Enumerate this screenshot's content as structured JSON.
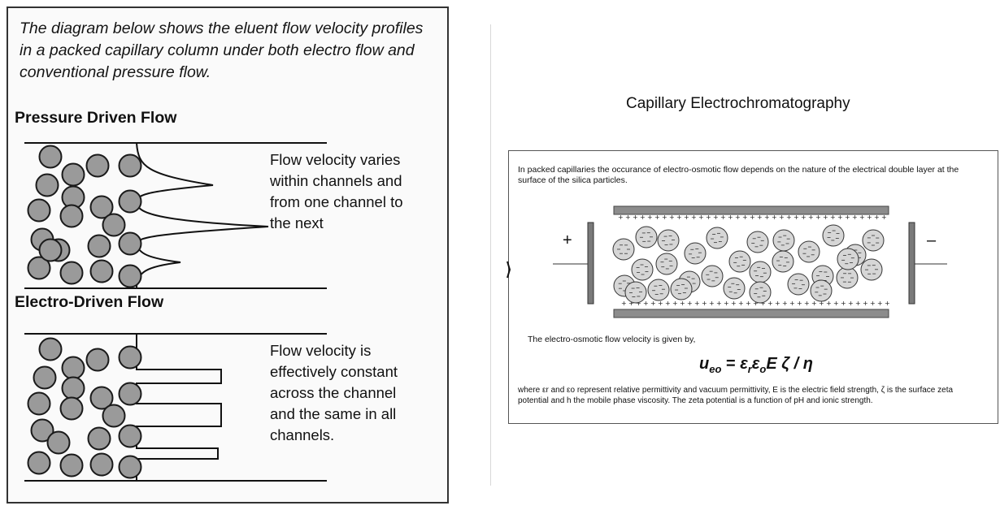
{
  "left": {
    "intro": "The diagram below shows the eluent flow velocity profiles in a packed capillary column under both electro flow and conventional pressure flow.",
    "pressure": {
      "title": "Pressure Driven Flow",
      "description": "Flow velocity varies within channels and from one channel to the next"
    },
    "electro": {
      "title": "Electro-Driven Flow",
      "description": "Flow velocity is effectively constant across the channel and the same in all channels."
    }
  },
  "right": {
    "title": "Capillary Electrochromatography",
    "intro": "In packed capillaries the occurance of electro-osmotic flow depends on the nature of the electrical double layer at the surface of the silica particles.",
    "plus": "+",
    "minus": "–",
    "velocity_label": "The  electro-osmotic flow velocity is given by,",
    "equation": {
      "u": "u",
      "u_sub": "eo",
      "eq": " = ",
      "eps1": "ε",
      "eps1_sub": "r",
      "eps2": "ε",
      "eps2_sub": "o",
      "rest": "E ζ / η"
    },
    "where": "where εr and εo represent relative permittivity and vacuum permittivity, E is the electric field strength, ζ is the surface zeta  potential and h the mobile phase viscosity. The zeta potential is a function of pH and ionic strength."
  },
  "colors": {
    "bead_fill": "#9a9a9a",
    "bead_stroke": "#1a1a1a",
    "plate": "#8c8c8c",
    "big_bead": "#d6d6d6"
  }
}
